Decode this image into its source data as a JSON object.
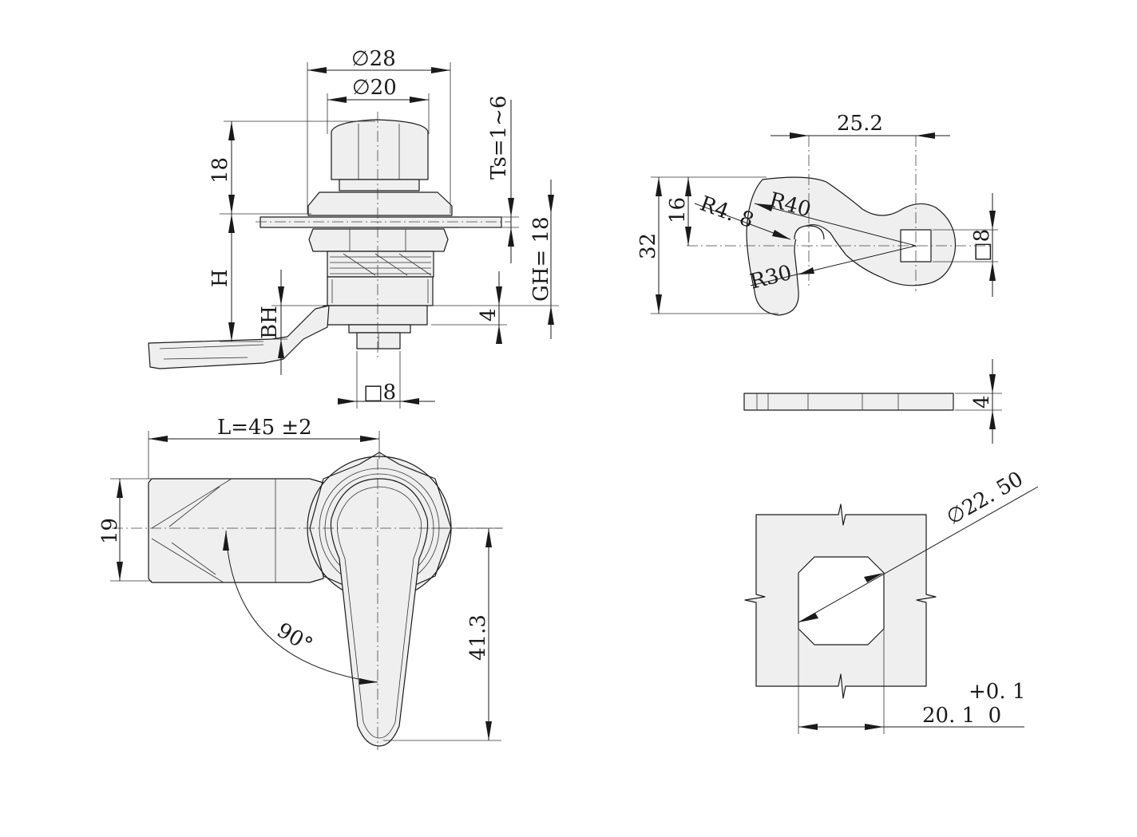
{
  "colors": {
    "line": "#1a1a1a",
    "fill": "#efefef",
    "background": "#ffffff"
  },
  "front_view": {
    "dia_outer": "∅28",
    "dia_inner": "∅20",
    "height_top": "18",
    "ts": "Ts=1~6",
    "h": "H",
    "gh": "GH= 18",
    "bh": "BH",
    "four": "4",
    "square": "□8"
  },
  "top_view": {
    "length": "L=45 ±2",
    "width": "19",
    "angle": "90°",
    "handle_len": "41.3"
  },
  "cam": {
    "span": "25.2",
    "r40": "R40",
    "r48": "R4. 8",
    "r30": "R30",
    "h32": "32",
    "h16": "16",
    "square": "□8"
  },
  "cam_side": {
    "thickness": "4"
  },
  "cutout": {
    "diameter": "∅22. 50",
    "tol": "+0. 1",
    "width": "20. 1  0"
  }
}
